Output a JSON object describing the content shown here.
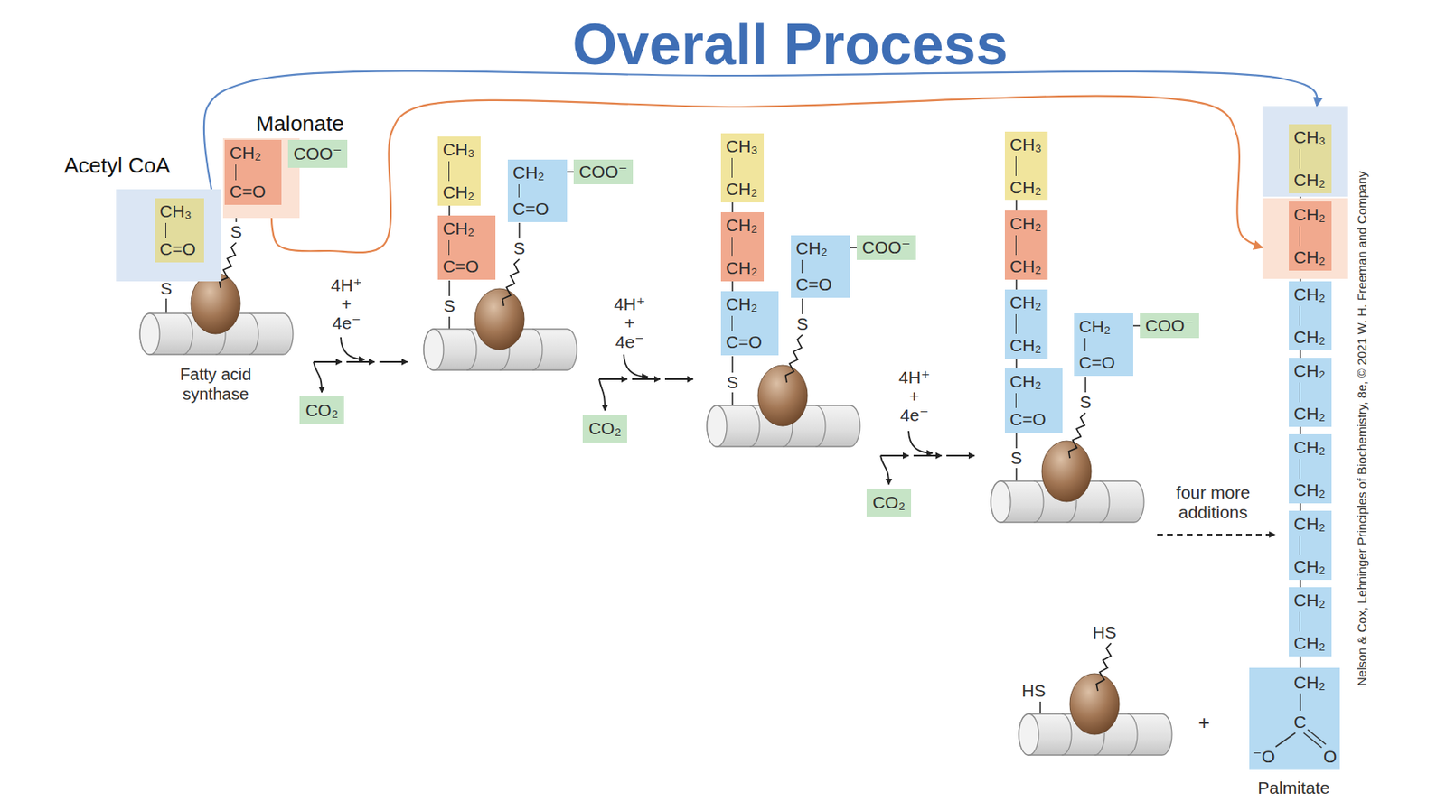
{
  "diagram": {
    "title": "Overall Process",
    "nodes": [
      {
        "text": [
          "Acetyl CoA"
        ]
      },
      {
        "text": [
          "CH₃",
          "C=O"
        ],
        "in": 0
      },
      {
        "text": [
          "Malonate"
        ]
      },
      {
        "text": [
          "CH₂",
          "C=O"
        ],
        "in": 2
      },
      {
        "text": [
          "COO⁻"
        ]
      },
      {
        "text": [
          "CO₂"
        ]
      },
      {
        "text": [
          "CH₃",
          "CH₂"
        ]
      },
      {
        "text": [
          "CH₂",
          "C=O"
        ]
      },
      {
        "text": [
          "CH₂",
          "C=O"
        ]
      },
      {
        "text": [
          "COO⁻"
        ]
      },
      {
        "text": [
          "CO₂"
        ]
      },
      {
        "text": [
          "CH₃",
          "CH₂"
        ]
      },
      {
        "text": [
          "CH₂",
          "CH₂"
        ]
      },
      {
        "text": [
          "CH₂",
          "C=O"
        ]
      },
      {
        "text": [
          "CH₂",
          "C=O"
        ]
      },
      {
        "text": [
          "COO⁻"
        ]
      },
      {
        "text": [
          "CO₂"
        ]
      },
      {
        "text": [
          "CH₃",
          "CH₂"
        ]
      },
      {
        "text": [
          "CH₂",
          "CH₂"
        ]
      },
      {
        "text": [
          "CH₂",
          "CH₂"
        ]
      },
      {
        "text": [
          "CH₂",
          "C=O"
        ]
      },
      {
        "text": [
          "CH₂",
          "C=O"
        ]
      },
      {
        "text": [
          "COO⁻"
        ]
      },
      {
        "text": []
      },
      {
        "text": [
          "CH₃",
          "CH₂"
        ],
        "in": 23
      },
      {
        "text": []
      },
      {
        "text": [
          "CH₂",
          "CH₂"
        ],
        "in": 25
      },
      {
        "text": [
          "CH₂",
          "CH₂"
        ]
      },
      {
        "text": [
          "CH₂",
          "CH₂"
        ]
      },
      {
        "text": [
          "CH₂",
          "CH₂"
        ]
      },
      {
        "text": [
          "CH₂",
          "CH₂"
        ]
      },
      {
        "text": [
          "CH₂",
          "CH₂"
        ]
      },
      {
        "text": [
          "CH₂",
          "C",
          "⁻O",
          "O"
        ]
      }
    ],
    "edges": [
      {
        "from": 0,
        "to": 23,
        "arrow": "to"
      },
      {
        "from": 2,
        "to": 25,
        "arrow": "to"
      },
      {
        "from": 3,
        "to": 4,
        "arrow": "none"
      },
      {
        "from": 6,
        "to": 7,
        "arrow": "none"
      },
      {
        "from": 8,
        "to": 9,
        "arrow": "none"
      },
      {
        "from": 11,
        "to": 12,
        "arrow": "none"
      },
      {
        "from": 12,
        "to": 13,
        "arrow": "none"
      },
      {
        "from": 14,
        "to": 15,
        "arrow": "none"
      },
      {
        "from": 17,
        "to": 18,
        "arrow": "none"
      },
      {
        "from": 18,
        "to": 19,
        "arrow": "none"
      },
      {
        "from": 19,
        "to": 20,
        "arrow": "none"
      },
      {
        "from": 21,
        "to": 22,
        "arrow": "none"
      },
      {
        "from": 24,
        "to": 26,
        "arrow": "none"
      },
      {
        "from": 26,
        "to": 27,
        "arrow": "none"
      },
      {
        "from": 27,
        "to": 28,
        "arrow": "none"
      },
      {
        "from": 28,
        "to": 29,
        "arrow": "none"
      },
      {
        "from": 29,
        "to": 30,
        "arrow": "none"
      },
      {
        "from": 30,
        "to": 31,
        "arrow": "none"
      },
      {
        "from": 31,
        "to": 32,
        "arrow": "none"
      }
    ],
    "labels": [
      "S",
      "S",
      "Fatty acid synthase",
      "4H⁺",
      "+",
      "4e⁻",
      "S",
      "S",
      "4H⁺",
      "+",
      "4e⁻",
      "S",
      "S",
      "4H⁺",
      "+",
      "4e⁻",
      "S",
      "S",
      "four more additions",
      "HS",
      "HS",
      "+",
      "Palmitate",
      "Nelson & Cox, Lehninger Principles of Biochemistry, 8e, © 2021 W. H. Freeman and Company"
    ]
  }
}
